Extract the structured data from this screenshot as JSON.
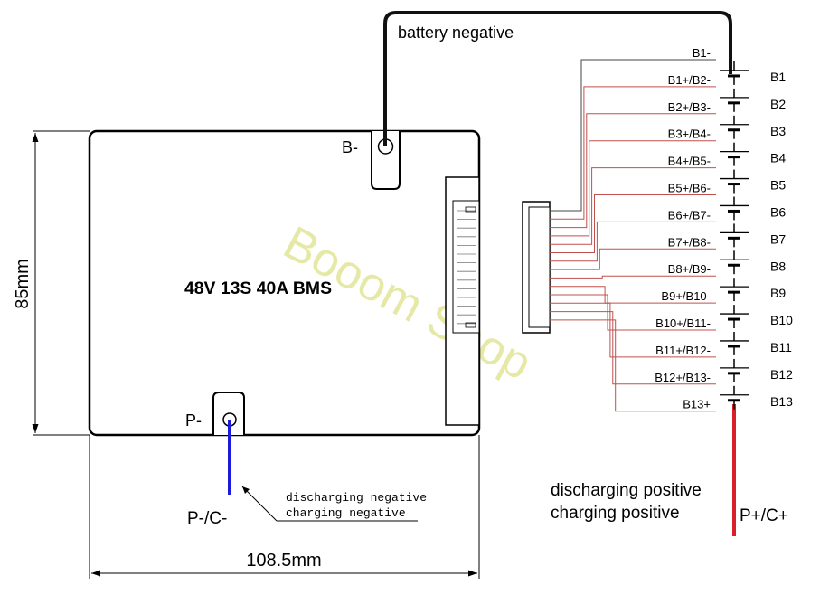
{
  "labels": {
    "battery_negative": "battery negative",
    "b_minus": "B-",
    "p_minus": "P-",
    "board_title": "48V 13S 40A BMS",
    "height_dim": "85mm",
    "width_dim": "108.5mm",
    "p_c_minus": "P-/C-",
    "p_c_plus": "P+/C+",
    "discharging_negative": "discharging negative",
    "charging_negative": "charging negative",
    "discharging_positive": "discharging positive",
    "charging_positive": "charging positive",
    "watermark": "Booom Shop"
  },
  "taps": [
    "B1-",
    "B1+/B2-",
    "B2+/B3-",
    "B3+/B4-",
    "B4+/B5-",
    "B5+/B6-",
    "B6+/B7-",
    "B7+/B8-",
    "B8+/B9-",
    "B9+/B10-",
    "B10+/B11-",
    "B11+/B12-",
    "B12+/B13-",
    "B13+"
  ],
  "cells": [
    "B1",
    "B2",
    "B3",
    "B4",
    "B5",
    "B6",
    "B7",
    "B8",
    "B9",
    "B10",
    "B11",
    "B12",
    "B13"
  ],
  "colors": {
    "balance_wire": "#c0504d",
    "positive_wire": "#d9202a",
    "negative_wire": "#1a1adb",
    "black_wire": "#111111",
    "watermark": "#e6e9a6"
  }
}
